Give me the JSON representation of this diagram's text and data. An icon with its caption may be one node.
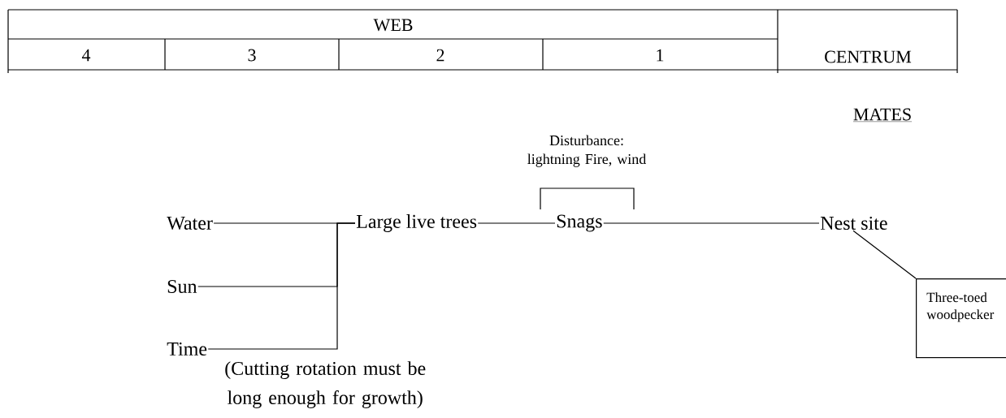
{
  "diagram": {
    "nodes": [
      {
        "text": [
          "Water"
        ]
      },
      {
        "text": [
          "Sun"
        ]
      },
      {
        "text": [
          "Time"
        ],
        "beside": [
          "(Cutting rotation must be long enough for growth)"
        ]
      },
      {
        "text": [
          "Large live trees"
        ]
      },
      {
        "text": [
          "Snags"
        ],
        "beside": [
          "Disturbance: lightning Fire, wind"
        ]
      },
      {
        "text": [
          "Nest site"
        ]
      },
      {
        "text": [
          "Three-toed woodpecker"
        ]
      }
    ],
    "edges": [
      {
        "from": 0,
        "to": 3,
        "arrow": "none"
      },
      {
        "from": 1,
        "to": 3,
        "arrow": "none"
      },
      {
        "from": 2,
        "to": 3,
        "arrow": "none"
      },
      {
        "from": 3,
        "to": 4,
        "arrow": "none"
      },
      {
        "from": 4,
        "to": 5,
        "arrow": "none"
      },
      {
        "from": 5,
        "to": 6,
        "arrow": "none"
      }
    ],
    "labels": [
      "WEB",
      "4",
      "3",
      "2",
      "1",
      "CENTRUM",
      "MATES"
    ]
  }
}
